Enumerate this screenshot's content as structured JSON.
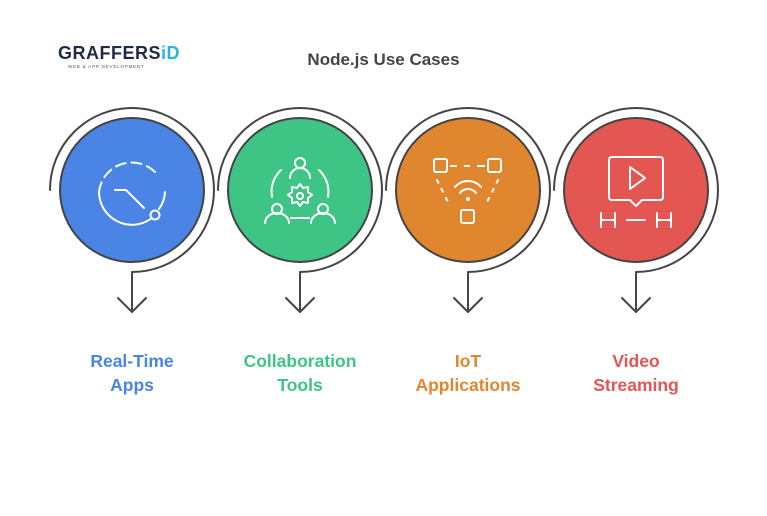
{
  "logo": {
    "name_main": "GRAFFERS",
    "name_accent": "iD",
    "tagline": "WEB & APP DEVELOPMENT"
  },
  "title": "Node.js Use Cases",
  "items": [
    {
      "line1": "Real-Time",
      "line2": "Apps",
      "color": "#4a84e4",
      "icon": "clock-icon"
    },
    {
      "line1": "Collaboration",
      "line2": "Tools",
      "color": "#3ec585",
      "icon": "team-gear-icon"
    },
    {
      "line1": "IoT",
      "line2": "Applications",
      "color": "#e0862f",
      "icon": "iot-network-icon"
    },
    {
      "line1": "Video",
      "line2": "Streaming",
      "color": "#e35652",
      "icon": "video-play-icon"
    }
  ]
}
